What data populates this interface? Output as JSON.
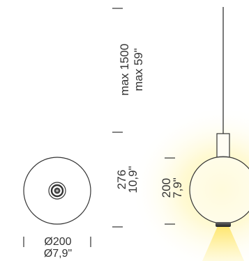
{
  "colors": {
    "line": "#333333",
    "glow": "#fff6a8",
    "lamp_fill": "#fffdf4"
  },
  "dimensions": {
    "cable_length_mm": "max 1500",
    "cable_length_in": "max 59\"",
    "total_height_mm": "276",
    "total_height_in": "10,9\"",
    "globe_height_mm": "200",
    "globe_height_in": "7,9\"",
    "diameter_mm": "Ø200",
    "diameter_in": "Ø7,9\""
  }
}
